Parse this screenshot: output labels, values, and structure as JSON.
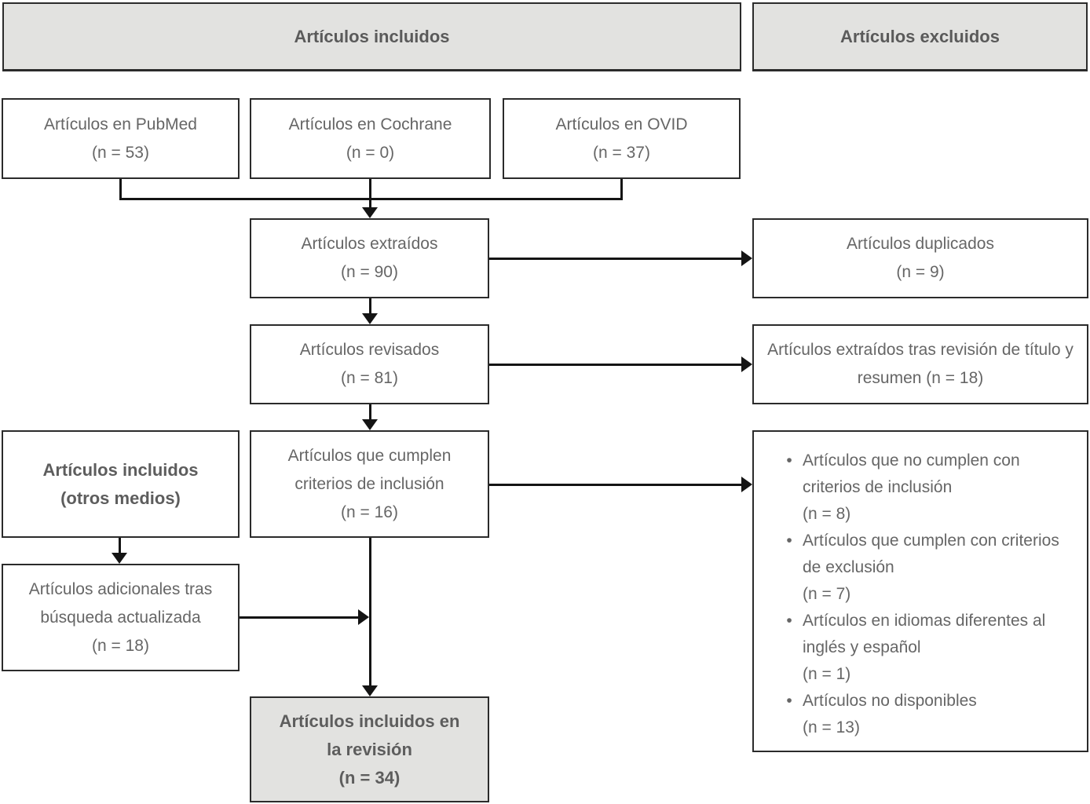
{
  "diagram": {
    "type": "flowchart",
    "language": "es",
    "colors": {
      "shaded_fill": "#e2e2e0",
      "box_fill": "#ffffff",
      "border": "#2b2b2b",
      "text": "#666666",
      "connector": "#141414"
    },
    "bullet_char": "•"
  },
  "headers": {
    "included": "Artículos incluidos",
    "excluded": "Artículos excluidos"
  },
  "boxes": {
    "pubmed": {
      "title": "Artículos en PubMed",
      "count": "(n = 53)"
    },
    "cochrane": {
      "title": "Artículos en Cochrane",
      "count": "(n = 0)"
    },
    "ovid": {
      "title": "Artículos en OVID",
      "count": "(n = 37)"
    },
    "extracted": {
      "title": "Artículos extraídos",
      "count": "(n = 90)"
    },
    "duplicates": {
      "title": "Artículos duplicados",
      "count": "(n = 9)"
    },
    "reviewed": {
      "title": "Artículos revisados",
      "count": "(n = 81)"
    },
    "title_abstract_excluded": {
      "text": "Artículos extraídos tras revisión de título y resumen (n = 18)"
    },
    "meet_inclusion": {
      "line1": "Artículos que cumplen",
      "line2": "criterios de inclusión",
      "count": "(n = 16)"
    },
    "other_sources": {
      "line1": "Artículos incluidos",
      "line2": "(otros medios)"
    },
    "additional": {
      "line1": "Artículos adicionales tras",
      "line2": "búsqueda actualizada",
      "count": "(n = 18)"
    },
    "final_included": {
      "line1": "Artículos incluidos en",
      "line2": "la revisión",
      "count": "(n = 34)"
    },
    "exclusion_reasons": {
      "items": [
        {
          "text": "Artículos que no cumplen con criterios de inclusión",
          "count": "(n = 8)"
        },
        {
          "text": "Artículos que cumplen con criterios de exclusión",
          "count": "(n = 7)"
        },
        {
          "text": "Artículos en idiomas diferentes al inglés y español",
          "count": "(n = 1)"
        },
        {
          "text": "Artículos no disponibles",
          "count": "(n = 13)"
        }
      ]
    }
  }
}
